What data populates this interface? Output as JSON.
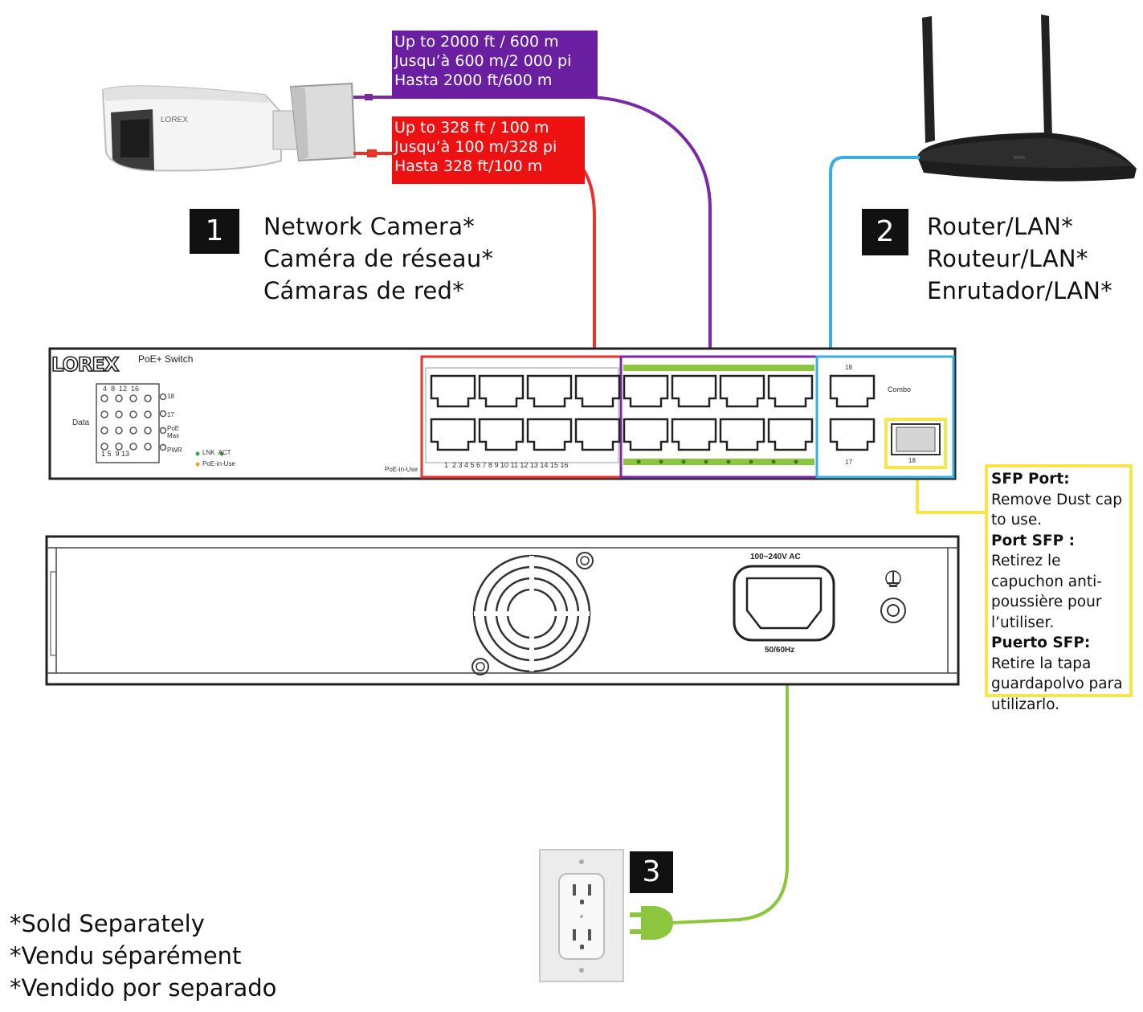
{
  "camera": {
    "number": "1",
    "label_lines": [
      "Network Camera*",
      "Caméra de réseau*",
      "Cámaras de red*"
    ],
    "brand": "LOREX"
  },
  "router": {
    "number": "2",
    "label_lines": [
      "Router/LAN*",
      "Routeur/LAN*",
      "Enrutador/LAN*"
    ]
  },
  "outlet": {
    "number": "3"
  },
  "distance_poe_extended": {
    "lines": [
      "Up to 2000 ft / 600 m",
      "Jusqu’à 600 m/2 000 pi",
      "Hasta 2000 ft/600 m"
    ],
    "color": "#6a1ea0"
  },
  "distance_poe_standard": {
    "lines": [
      "Up to 328 ft / 100 m",
      "Jusqu’à 100 m/328 pi",
      "Hasta 328 ft/100 m"
    ],
    "color": "#ee1111"
  },
  "switch_front": {
    "brand": "LOREX",
    "model": "PoE+ Switch",
    "led_top_numbers": "4  8  12  16",
    "led_bottom_numbers": "1 5  9 13",
    "data_label": "Data",
    "side_labels": [
      "18",
      "17",
      "PoE Max",
      "PWR"
    ],
    "legend": [
      "LNK  ACT",
      "PoE-in-Use"
    ],
    "poe_in_use": "PoE-in-Use",
    "port_numbers": "1  2 3 4 5 6 7 8 9 10 11 12 13 14 15 16",
    "combo_label": "Combo",
    "port_top": "18",
    "port_bottom": "17",
    "sfp_port_label": "18"
  },
  "switch_back": {
    "power_top": "100~240V AC",
    "power_bottom": "50/60Hz"
  },
  "sfp_note": {
    "en_title": "SFP Port:",
    "en_text": "Remove Dust cap to use.",
    "fr_title": "Port SFP :",
    "fr_text": "Retirez le capuchon anti-poussière pour l’utiliser.",
    "es_title": "Puerto SFP:",
    "es_text": "Retire la tapa guardapolvo para utilizarlo.",
    "color": "#f5e74a"
  },
  "footnote": [
    "*Sold Separately",
    "*Vendu séparément",
    "*Vendido por separado"
  ],
  "colors": {
    "red_cable": "#e8322a",
    "purple_cable": "#7a28a8",
    "blue_cable": "#3aaee0",
    "green_cable": "#8cc63f",
    "sfp_yellow": "#f5e74a"
  }
}
